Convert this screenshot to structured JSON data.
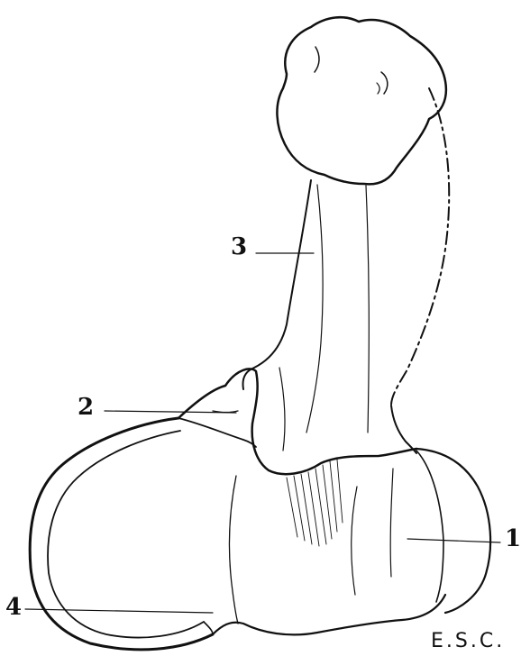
{
  "figure": {
    "labels": [
      {
        "id": "1",
        "text": "1"
      },
      {
        "id": "2",
        "text": "2"
      },
      {
        "id": "3",
        "text": "3"
      },
      {
        "id": "4",
        "text": "4"
      }
    ],
    "signature": "E.S.C.",
    "ink_color": "#111111",
    "background_color": "#ffffff"
  }
}
